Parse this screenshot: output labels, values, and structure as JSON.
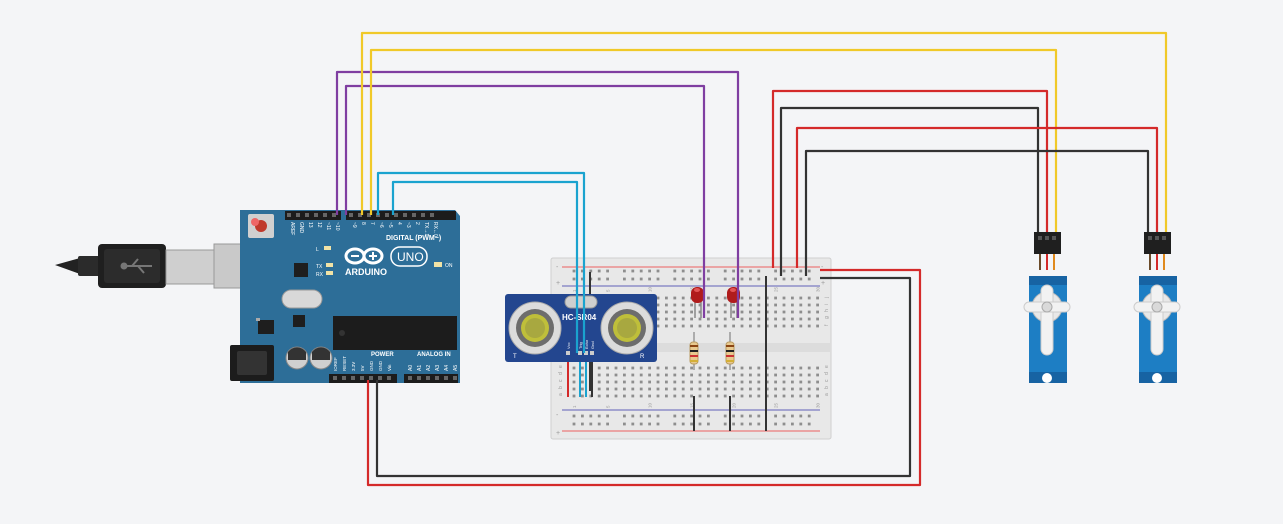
{
  "arduino": {
    "logo": "ARDUINO",
    "model": "UNO",
    "digital_label": "DIGITAL (PWM~)",
    "power_label": "POWER",
    "analog_label": "ANALOG IN",
    "on_label": "ON",
    "led_l": "L",
    "led_tx": "TX",
    "led_rx": "RX",
    "top_pins": [
      "AREF",
      "GND",
      "13",
      "12",
      "~11",
      "~10",
      "~9",
      "8",
      "7",
      "~6",
      "~5",
      "4",
      "~3",
      "2",
      "TX→1",
      "RX←0"
    ],
    "power_pins": [
      "IOREF",
      "RESET",
      "3.3V",
      "5V",
      "GND",
      "GND",
      "Vin"
    ],
    "analog_pins": [
      "A0",
      "A1",
      "A2",
      "A3",
      "A4",
      "A5"
    ]
  },
  "sensor": {
    "model": "HC-SR04",
    "pins": [
      "Vcc",
      "Trig",
      "Echo",
      "Gnd"
    ],
    "t_label": "T",
    "r_label": "R"
  },
  "breadboard": {
    "row_letters_top": [
      "j",
      "i",
      "h",
      "g",
      "f"
    ],
    "row_letters_bottom": [
      "e",
      "d",
      "c",
      "b",
      "a"
    ],
    "column_numbers": [
      "1",
      "",
      "",
      "",
      "5",
      "",
      "",
      "",
      "",
      "10",
      "",
      "",
      "",
      "",
      "15",
      "",
      "",
      "",
      "",
      "20",
      "",
      "",
      "",
      "",
      "25",
      "",
      "",
      "",
      "",
      "30"
    ],
    "rail_minus": "-",
    "rail_plus": "+"
  },
  "colors": {
    "background": "#f4f5f7",
    "board_blue": "#2d6e98",
    "wire_purple": "#7f3ea1",
    "wire_yellow": "#f0c929",
    "wire_red": "#d42a2a",
    "wire_black": "#333333",
    "wire_cyan": "#1aa3cf",
    "servo_blue": "#1d7ec4",
    "led_red": "#b01c1c"
  }
}
